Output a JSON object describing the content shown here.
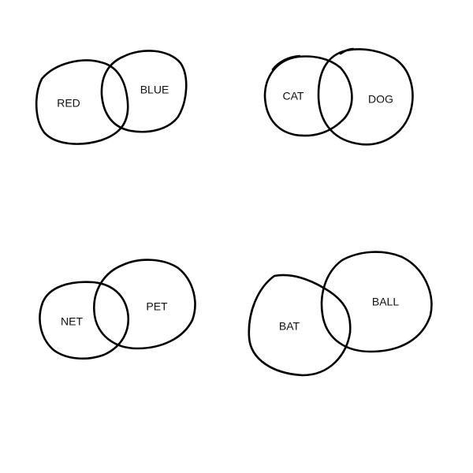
{
  "diagrams": [
    {
      "left": "RED",
      "right": "BLUE"
    },
    {
      "left": "CAT",
      "right": "DOG"
    },
    {
      "left": "NET",
      "right": "PET"
    },
    {
      "left": "BAT",
      "right": "BALL"
    }
  ],
  "colors": {
    "background": "#ffffff",
    "stroke": "#000000",
    "text": "#111111"
  }
}
